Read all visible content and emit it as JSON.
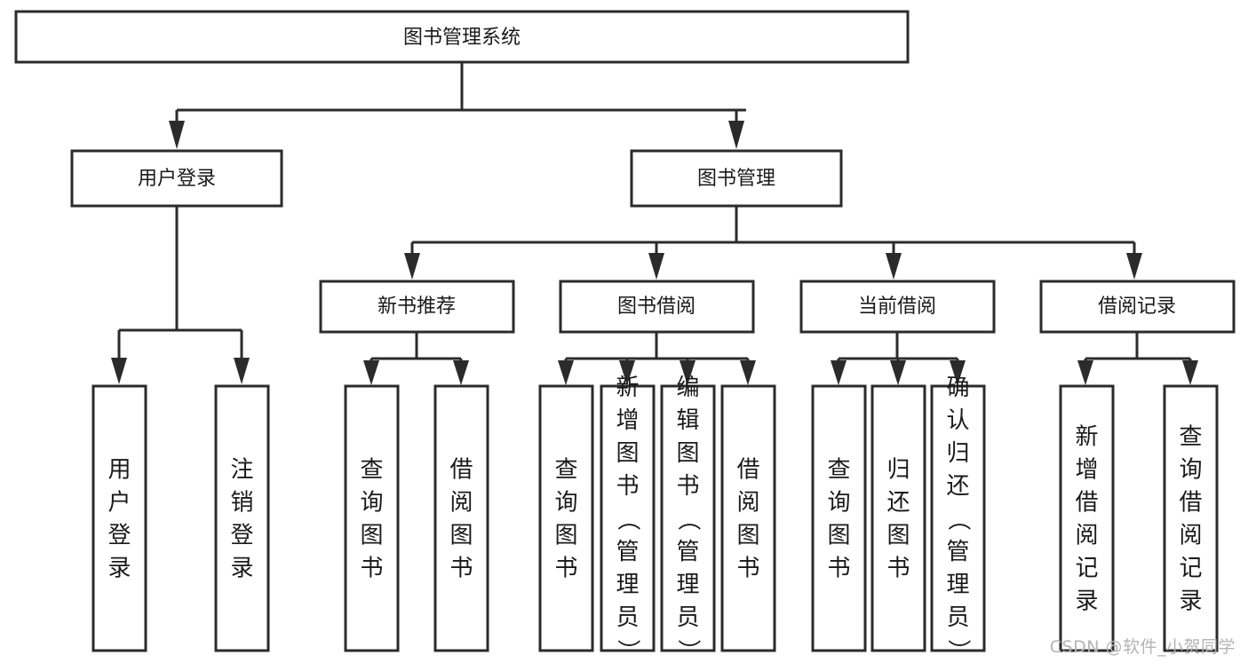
{
  "diagram": {
    "type": "tree",
    "title": "图书管理系统",
    "watermark": "CSDN @软件_小贺同学",
    "colors": {
      "box_stroke": "#2b2b2b",
      "box_fill": "#ffffff",
      "text": "#1a1a1a",
      "background": "#ffffff",
      "watermark": "#b4b4b4"
    },
    "levels": {
      "root": {
        "label": "图书管理系统"
      },
      "level2": [
        {
          "id": "user-login",
          "label": "用户登录"
        },
        {
          "id": "book-manage",
          "label": "图书管理"
        }
      ],
      "level3": [
        {
          "id": "new-book-recommend",
          "label": "新书推荐",
          "parent": "book-manage"
        },
        {
          "id": "book-borrow",
          "label": "图书借阅",
          "parent": "book-manage"
        },
        {
          "id": "current-borrow",
          "label": "当前借阅",
          "parent": "book-manage"
        },
        {
          "id": "borrow-record",
          "label": "借阅记录",
          "parent": "book-manage"
        }
      ],
      "leaves": [
        {
          "id": "leaf-user-login",
          "label": "用户登录",
          "parent": "user-login"
        },
        {
          "id": "leaf-logout-login",
          "label": "注销登录",
          "parent": "user-login"
        },
        {
          "id": "leaf-query-book-1",
          "label": "查询图书",
          "parent": "new-book-recommend"
        },
        {
          "id": "leaf-borrow-book-1",
          "label": "借阅图书",
          "parent": "new-book-recommend"
        },
        {
          "id": "leaf-query-book-2",
          "label": "查询图书",
          "parent": "book-borrow"
        },
        {
          "id": "leaf-add-book",
          "label": "新增图书（管理员）",
          "parent": "book-borrow"
        },
        {
          "id": "leaf-edit-book",
          "label": "编辑图书（管理员）",
          "parent": "book-borrow"
        },
        {
          "id": "leaf-borrow-book-2",
          "label": "借阅图书",
          "parent": "book-borrow"
        },
        {
          "id": "leaf-query-book-3",
          "label": "查询图书",
          "parent": "current-borrow"
        },
        {
          "id": "leaf-return-book",
          "label": "归还图书",
          "parent": "current-borrow"
        },
        {
          "id": "leaf-confirm-return",
          "label": "确认归还（管理员）",
          "parent": "current-borrow"
        },
        {
          "id": "leaf-add-record",
          "label": "新增借阅记录",
          "parent": "borrow-record"
        },
        {
          "id": "leaf-query-record",
          "label": "查询借阅记录",
          "parent": "borrow-record"
        }
      ]
    }
  }
}
